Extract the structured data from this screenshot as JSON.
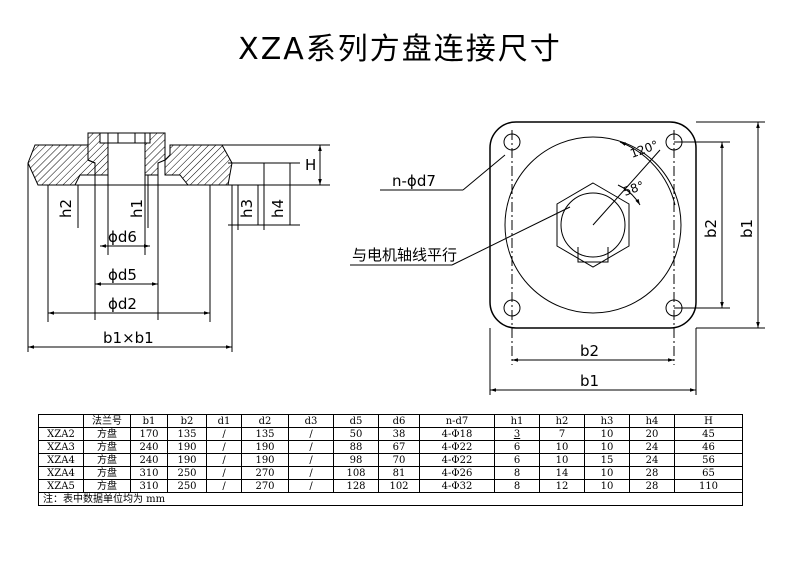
{
  "title": "XZA系列方盘连接尺寸",
  "side_view": {
    "labels": {
      "H": "H",
      "h1": "h1",
      "h2": "h2",
      "h3": "h3",
      "h4": "h4",
      "d6": "ϕd6",
      "d5": "ϕd5",
      "d2": "ϕd2",
      "b1xb1": "b1×b1"
    }
  },
  "top_view": {
    "labels": {
      "nd7": "n-ϕd7",
      "parallel": "与电机轴线平行",
      "angle120": "120°",
      "angle58": "58°",
      "b2_vertical": "b2",
      "b1_vertical": "b1",
      "b2_horizontal": "b2",
      "b1_horizontal": "b1"
    }
  },
  "table": {
    "headers": [
      "",
      "法兰号",
      "b1",
      "b2",
      "d1",
      "d2",
      "d3",
      "d5",
      "d6",
      "n-d7",
      "h1",
      "h2",
      "h3",
      "h4",
      "H"
    ],
    "rows": [
      [
        "XZA2",
        "方盘",
        "170",
        "135",
        "/",
        "135",
        "/",
        "50",
        "38",
        "4-Φ18",
        "3",
        "7",
        "10",
        "20",
        "45"
      ],
      [
        "XZA3",
        "方盘",
        "240",
        "190",
        "/",
        "190",
        "/",
        "88",
        "67",
        "4-Φ22",
        "6",
        "10",
        "10",
        "24",
        "46"
      ],
      [
        "XZA4",
        "方盘",
        "240",
        "190",
        "/",
        "190",
        "/",
        "98",
        "70",
        "4-Φ22",
        "6",
        "10",
        "15",
        "24",
        "56"
      ],
      [
        "XZA4",
        "方盘",
        "310",
        "250",
        "/",
        "270",
        "/",
        "108",
        "81",
        "4-Φ26",
        "8",
        "14",
        "10",
        "28",
        "65"
      ],
      [
        "XZA5",
        "方盘",
        "310",
        "250",
        "/",
        "270",
        "/",
        "128",
        "102",
        "4-Φ32",
        "8",
        "12",
        "10",
        "28",
        "110"
      ]
    ],
    "note": "注：表中数据单位均为 mm"
  }
}
